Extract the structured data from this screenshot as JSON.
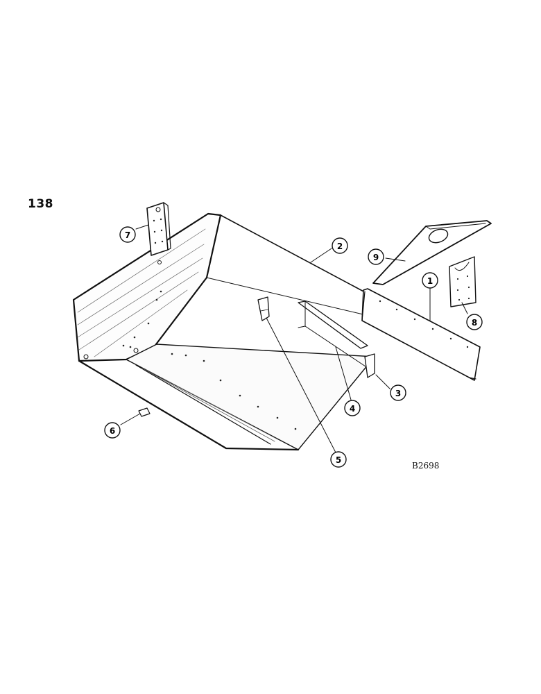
{
  "page_number": "138",
  "figure_code": "B2698",
  "callouts": [
    {
      "id": "c1",
      "label": "1"
    },
    {
      "id": "c2",
      "label": "2"
    },
    {
      "id": "c3",
      "label": "3"
    },
    {
      "id": "c4",
      "label": "4"
    },
    {
      "id": "c5",
      "label": "5"
    },
    {
      "id": "c6",
      "label": "6"
    },
    {
      "id": "c7",
      "label": "7"
    },
    {
      "id": "c8",
      "label": "8"
    },
    {
      "id": "c9",
      "label": "9"
    }
  ]
}
